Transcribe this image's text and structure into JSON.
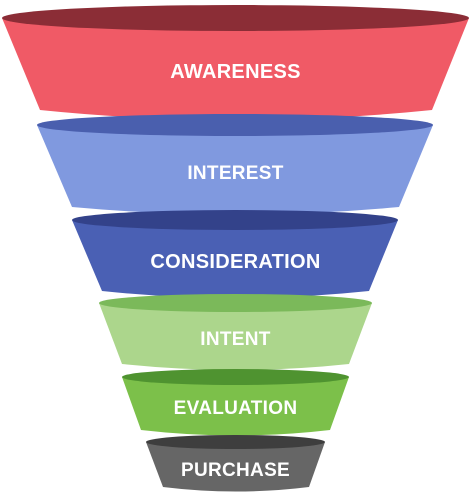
{
  "funnel": {
    "stages": [
      {
        "label": "AWARENESS",
        "body_color": "#f05a66",
        "top_color": "#8b2d36"
      },
      {
        "label": "INTEREST",
        "body_color": "#8099df",
        "top_color": "#4a5fae"
      },
      {
        "label": "CONSIDERATION",
        "body_color": "#4a60b4",
        "top_color": "#33428a"
      },
      {
        "label": "INTENT",
        "body_color": "#acd68c",
        "top_color": "#7bb95a"
      },
      {
        "label": "EVALUATION",
        "body_color": "#7cc04a",
        "top_color": "#4f9330"
      },
      {
        "label": "PURCHASE",
        "body_color": "#666666",
        "top_color": "#3e3e3e"
      }
    ]
  }
}
